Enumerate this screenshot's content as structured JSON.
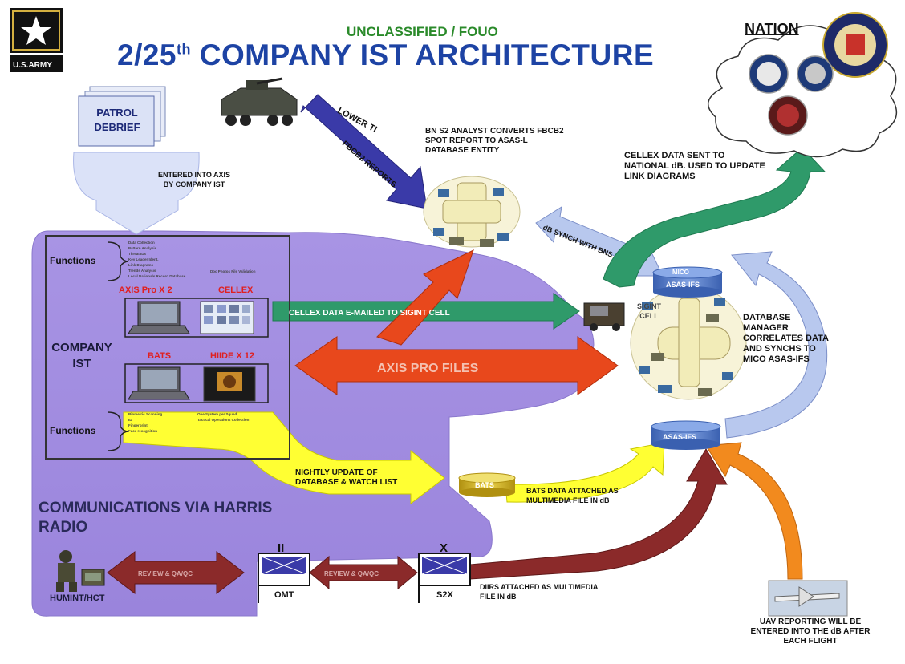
{
  "header": {
    "classification": "UNCLASSIFIED / FOUO",
    "title_main": "2/25",
    "title_sup": "th",
    "title_rest": " COMPANY IST ARCHITECTURE",
    "logo_text": "U.S.ARMY",
    "national_label": "NATION"
  },
  "patrol_debrief": "PATROL DEBRIEF",
  "entered_axis": "ENTERED INTO AXIS BY COMPANY IST",
  "lower_ti": "LOWER TI",
  "fbcb2": "FBCB2 REPORTS",
  "bn_s2": "BN S2 ANALYST CONVERTS FBCB2 SPOT REPORT TO ASAS-L DATABASE ENTITY",
  "cellex_national": "CELLEX DATA SENT TO NATIONAL dB. USED TO UPDATE LINK DIAGRAMS",
  "db_synch": "dB SYNCH WITH BNS",
  "company": {
    "functions_top": "Functions",
    "functions_bottom": "Functions",
    "axis_pro": "AXIS Pro X 2",
    "cellex": "CELLEX",
    "bats": "BATS",
    "hiide": "HIIDE X 12",
    "company_ist": "COMPANY IST"
  },
  "cellex_email": "CELLEX DATA E-MAILED TO SIGINT CELL",
  "axis_pro_files": "AXIS PRO FILES",
  "sigint_cell": "SIGINT CELL",
  "mico_top": "MICO",
  "asas_top": "ASAS-IFS",
  "asas_bottom": "ASAS-IFS",
  "db_manager": "DATABASE MANAGER CORRELATES DATA AND SYNCHS TO MICO ASAS-IFS",
  "nightly_update": "NIGHTLY UPDATE OF DATABASE & WATCH LIST",
  "bats_db": "BATS",
  "bats_attached": "BATS DATA ATTACHED AS MULTIMEDIA FILE IN dB",
  "communications": "COMMUNICATIONS VIA HARRIS RADIO",
  "humint": "HUMINT/HCT",
  "review_qc_1": "REVIEW & QA/QC",
  "review_qc_2": "REVIEW & QA/QC",
  "omt_symbol": "II",
  "omt": "OMT",
  "s2x_symbol": "X",
  "s2x": "S2X",
  "diirs": "DIIRS ATTACHED AS MULTIMEDIA FILE IN dB",
  "uav": "UAV REPORTING WILL BE ENTERED INTO THE dB AFTER EACH FLIGHT",
  "colors": {
    "title_blue": "#1d43a4",
    "classification_green": "#2a8a2a",
    "purple_region": "#a58fe0",
    "red_arrow": "#e8481c",
    "green_arrow": "#2f9a6a",
    "yellow_arrow": "#ffff33",
    "maroon_arrow": "#8b2a2a",
    "orange_arrow": "#f28a1e",
    "navy_arrow": "#3a3aa8",
    "light_blue_arrow": "#b8c8ee"
  },
  "icons": [
    "army-star-logo",
    "agency-seals",
    "stryker-vehicle",
    "laptop-icon",
    "fingerprint-images",
    "hiide-device",
    "database-cylinder",
    "network-hub",
    "humint-soldier",
    "uav-drone",
    "radio-vehicle"
  ]
}
